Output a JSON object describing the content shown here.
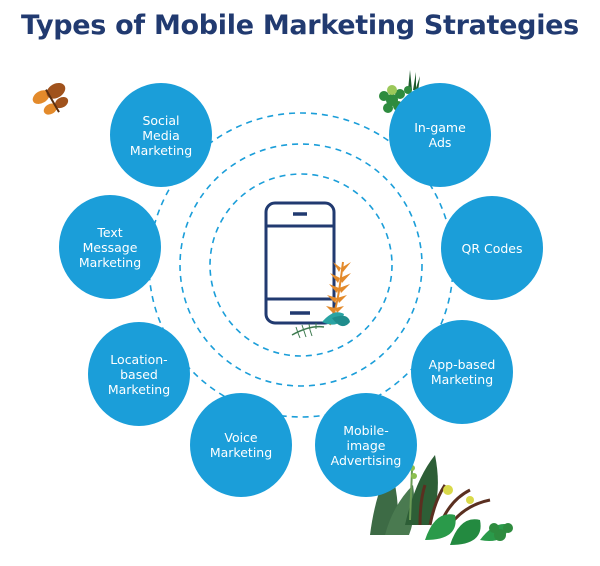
{
  "title": "Types of Mobile Marketing Strategies",
  "colors": {
    "title": "#213a70",
    "node_fill": "#1b9ed9",
    "node_text": "#ffffff",
    "ring_dash": "#1b9ed9",
    "phone_outline": "#213a70"
  },
  "center_icon": "mobile-phone-icon",
  "strategies": [
    {
      "line1": "Social Media",
      "line2": "Marketing"
    },
    {
      "line1": "Text Message",
      "line2": "Marketing"
    },
    {
      "line1": "Location-based",
      "line2": "Marketing"
    },
    {
      "line1": "Voice",
      "line2": "Marketing"
    },
    {
      "line1": "Mobile-image",
      "line2": "Advertising"
    },
    {
      "line1": "App-based",
      "line2": "Marketing"
    },
    {
      "line1": "QR Codes",
      "line2": ""
    },
    {
      "line1": "In-game",
      "line2": "Ads"
    }
  ],
  "decorations": [
    "butterfly-icon",
    "leaf-cluster-icon",
    "fern-icon",
    "plant-bush-icon"
  ]
}
